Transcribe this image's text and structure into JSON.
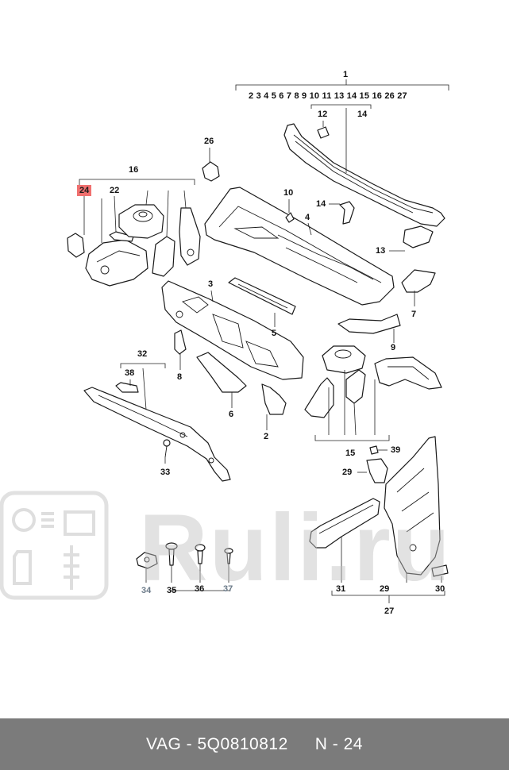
{
  "diagram": {
    "callouts": {
      "c1": "1",
      "c1_seq": "2 3 4 5 6 7 8 9 10 11 13 14 15 16 26 27",
      "c12": "12",
      "c14a": "14",
      "c26": "26",
      "c16": "16",
      "c24": "24",
      "c22": "22",
      "c10": "10",
      "c14b": "14",
      "c4": "4",
      "c13": "13",
      "c3": "3",
      "c7": "7",
      "c5": "5",
      "c9": "9",
      "c32": "32",
      "c38": "38",
      "c8": "8",
      "c6": "6",
      "c2": "2",
      "c15": "15",
      "c39": "39",
      "c29a": "29",
      "c33": "33",
      "c34": "34",
      "c35": "35",
      "c36": "36",
      "c37": "37",
      "c31": "31",
      "c29b": "29",
      "c30": "30",
      "c27": "27"
    },
    "highlight_color": "#f0706f"
  },
  "watermark": {
    "text": "Ruli.ru"
  },
  "footer": {
    "brand": "VAG",
    "part_number": "5Q0810812",
    "position": "N - 24",
    "separator": " - "
  }
}
